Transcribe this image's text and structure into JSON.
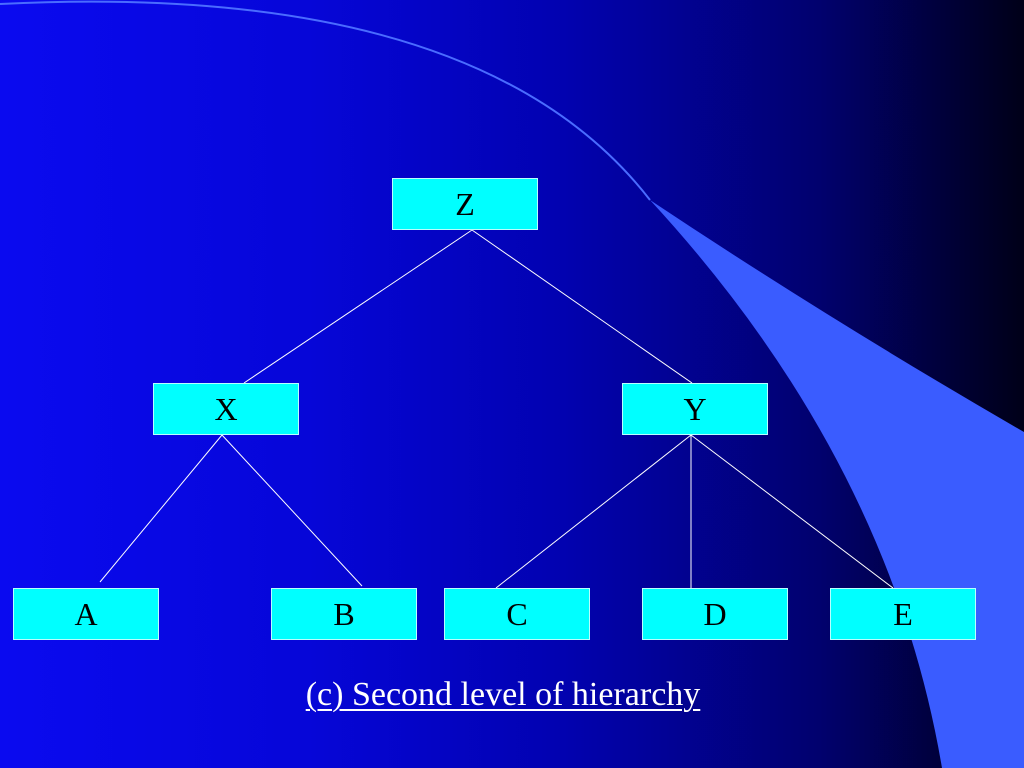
{
  "colors": {
    "background_left": "#0a0af0",
    "background_right": "#000018",
    "swoosh": "#3a5cff",
    "node_fill": "#00ffff",
    "connector": "#ffffff",
    "caption_text": "#ffffff"
  },
  "diagram": {
    "nodes": {
      "z": "Z",
      "x": "X",
      "y": "Y",
      "a": "A",
      "b": "B",
      "c": "C",
      "d": "D",
      "e": "E"
    },
    "edges": [
      [
        "Z",
        "X"
      ],
      [
        "Z",
        "Y"
      ],
      [
        "X",
        "A"
      ],
      [
        "X",
        "B"
      ],
      [
        "Y",
        "C"
      ],
      [
        "Y",
        "D"
      ],
      [
        "Y",
        "E"
      ]
    ],
    "caption": "(c) Second level of hierarchy"
  }
}
